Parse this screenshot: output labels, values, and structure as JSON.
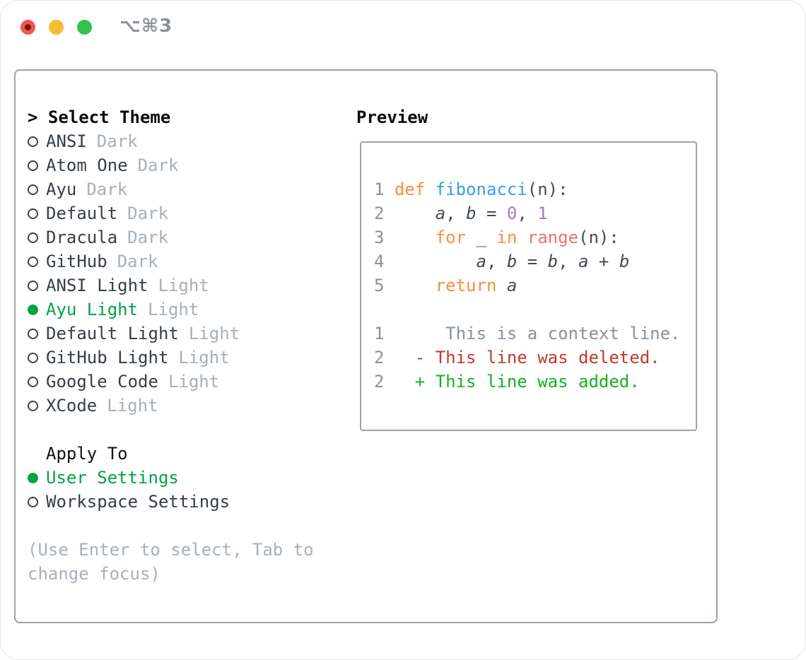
{
  "titlebar": {
    "title": "⌥⌘3"
  },
  "theme_list": {
    "prompt": "> ",
    "header": "Select Theme",
    "items": [
      {
        "name": "ANSI",
        "tag": "Dark",
        "selected": false
      },
      {
        "name": "Atom One",
        "tag": "Dark",
        "selected": false
      },
      {
        "name": "Ayu",
        "tag": "Dark",
        "selected": false
      },
      {
        "name": "Default",
        "tag": "Dark",
        "selected": false
      },
      {
        "name": "Dracula",
        "tag": "Dark",
        "selected": false
      },
      {
        "name": "GitHub",
        "tag": "Dark",
        "selected": false
      },
      {
        "name": "ANSI Light",
        "tag": "Light",
        "selected": false
      },
      {
        "name": "Ayu Light",
        "tag": "Light",
        "selected": true
      },
      {
        "name": "Default Light",
        "tag": "Light",
        "selected": false
      },
      {
        "name": "GitHub Light",
        "tag": "Light",
        "selected": false
      },
      {
        "name": "Google Code",
        "tag": "Light",
        "selected": false
      },
      {
        "name": "XCode",
        "tag": "Light",
        "selected": false
      }
    ]
  },
  "apply_to": {
    "header": "Apply To",
    "options": [
      {
        "label": "User Settings",
        "selected": true
      },
      {
        "label": "Workspace Settings",
        "selected": false
      }
    ]
  },
  "hint_lines": [
    "(Use Enter to select, Tab to",
    "change focus)"
  ],
  "preview": {
    "header": "Preview",
    "code_lines": [
      [
        [
          "lno",
          "1 "
        ],
        [
          "kw",
          "def "
        ],
        [
          "fn",
          "fibonacci"
        ],
        [
          "plain",
          "(n):"
        ]
      ],
      [
        [
          "lno",
          "2 "
        ],
        [
          "plain",
          "    "
        ],
        [
          "var",
          "a"
        ],
        [
          "plain",
          ", "
        ],
        [
          "var",
          "b"
        ],
        [
          "plain",
          " = "
        ],
        [
          "num",
          "0"
        ],
        [
          "plain",
          ", "
        ],
        [
          "num",
          "1"
        ]
      ],
      [
        [
          "lno",
          "3 "
        ],
        [
          "plain",
          "    "
        ],
        [
          "kw",
          "for"
        ],
        [
          "plain",
          " _ "
        ],
        [
          "kw",
          "in"
        ],
        [
          "plain",
          " "
        ],
        [
          "call",
          "range"
        ],
        [
          "plain",
          "(n):"
        ]
      ],
      [
        [
          "lno",
          "4 "
        ],
        [
          "plain",
          "        "
        ],
        [
          "var",
          "a"
        ],
        [
          "plain",
          ", "
        ],
        [
          "var",
          "b"
        ],
        [
          "plain",
          " = "
        ],
        [
          "var",
          "b"
        ],
        [
          "plain",
          ", "
        ],
        [
          "var",
          "a"
        ],
        [
          "plain",
          " + "
        ],
        [
          "var",
          "b"
        ]
      ],
      [
        [
          "lno",
          "5 "
        ],
        [
          "plain",
          "    "
        ],
        [
          "kw",
          "return "
        ],
        [
          "var",
          "a"
        ]
      ],
      [],
      [
        [
          "lno",
          "1 "
        ],
        [
          "ctx",
          "     This is a context line."
        ]
      ],
      [
        [
          "lno",
          "2 "
        ],
        [
          "del",
          "  - This line was deleted."
        ]
      ],
      [
        [
          "lno",
          "2 "
        ],
        [
          "add",
          "  + This line was added."
        ]
      ]
    ]
  },
  "colors": {
    "accent_green": "#00a443",
    "muted_gray": "#a7b0ba",
    "text_dark": "#373e47",
    "border_gray": "#9aa3ad",
    "line_number_gray": "#8a9199",
    "keyword_orange": "#fa8d3e",
    "function_blue": "#399ee6",
    "builtin_coral": "#f07171",
    "number_purple": "#a37acc",
    "diff_deleted_red": "#c23b2a",
    "diff_added_green": "#13b31e",
    "traffic_red": "#f1564e",
    "traffic_yellow": "#f6bd30",
    "traffic_green": "#34c24a"
  }
}
